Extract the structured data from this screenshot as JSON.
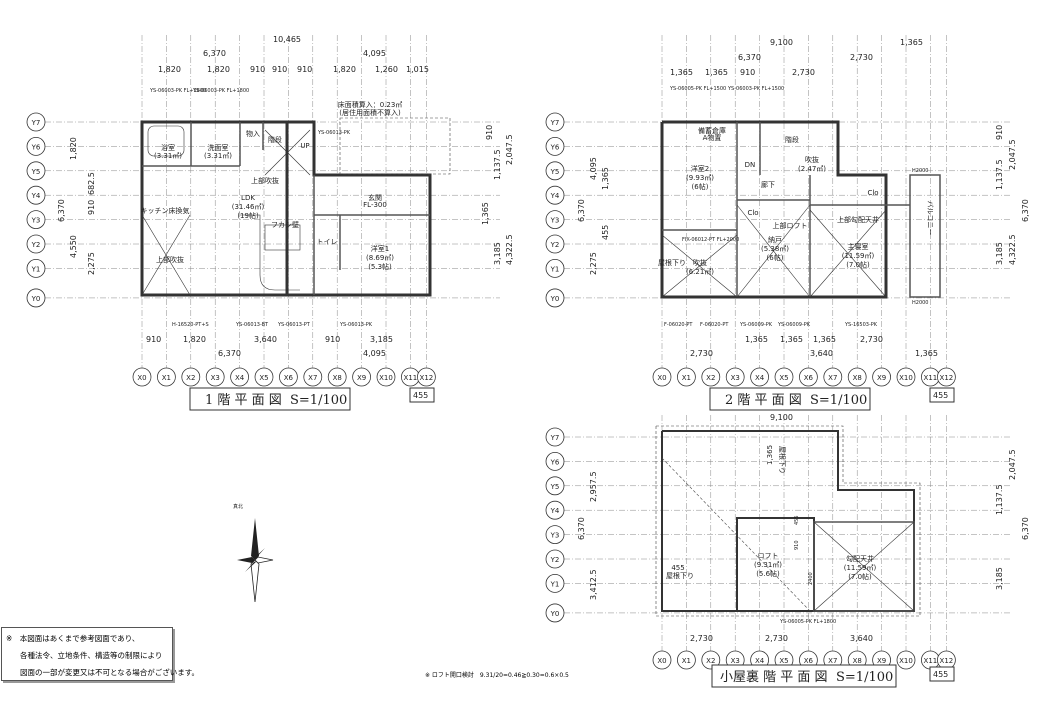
{
  "plans": [
    {
      "title": "1 階 平 面 図",
      "scale": "S=1/100",
      "tag": "455",
      "x_axis": [
        "X0",
        "X1",
        "X2",
        "X3",
        "X4",
        "X5",
        "X6",
        "X7",
        "X8",
        "X9",
        "X10",
        "X11",
        "X12"
      ],
      "y_axis": [
        "Y7",
        "Y6",
        "Y5",
        "Y4",
        "Y3",
        "Y2",
        "Y1",
        "Y0"
      ],
      "top_dims": {
        "total": "10,465",
        "mid": [
          "6,370",
          "4,095"
        ],
        "fine": [
          "1,820",
          "1,820",
          "910",
          "910",
          "910",
          "1,820",
          "1,260",
          "1,015"
        ]
      },
      "bottom_dims": {
        "fine": [
          "910",
          "1,820",
          "3,640",
          "910",
          "3,185"
        ],
        "mid": [
          "6,370",
          "4,095"
        ]
      },
      "left_dims": [
        "1,820",
        "6,370",
        "4,550",
        "2,275",
        "682.5",
        "910"
      ],
      "right_dims": [
        "910",
        "1,137.5",
        "2,047.5",
        "4,322.5",
        "3,185",
        "1,365"
      ],
      "rooms": [
        {
          "name": "浴室",
          "area": "(3.31㎡)"
        },
        {
          "name": "洗面室",
          "area": "(3.31㎡)"
        },
        {
          "name": "物入"
        },
        {
          "name": "階段"
        },
        {
          "name": "UP"
        },
        {
          "name": "上部吹抜"
        },
        {
          "name": "LDK",
          "area": "(31.46㎡)",
          "tatami": "(19帖)"
        },
        {
          "name": "キッチン床換気"
        },
        {
          "name": "上部吹抜"
        },
        {
          "name": "フカシ壁"
        },
        {
          "name": "玄関",
          "sub": "FL-300"
        },
        {
          "name": "トイレ"
        },
        {
          "name": "洋室1",
          "area": "(8.69㎡)",
          "tatami": "(5.3帖)"
        }
      ],
      "annotation": [
        "床面積算入：0.23㎡",
        "(居住用面積不算入)"
      ],
      "windows": [
        "YS-06003-PK FL+1800",
        "YS-06003-PK FL+1800",
        "YS-06013-PK",
        "H-16520-PT+S",
        "YS-06013-BT",
        "YS-06013-PT",
        "YS-06013-PK"
      ]
    },
    {
      "title": "2 階 平 面 図",
      "scale": "S=1/100",
      "tag": "455",
      "x_axis": [
        "X0",
        "X1",
        "X2",
        "X3",
        "X4",
        "X5",
        "X6",
        "X7",
        "X8",
        "X9",
        "X10",
        "X11",
        "X12"
      ],
      "y_axis": [
        "Y7",
        "Y6",
        "Y5",
        "Y4",
        "Y3",
        "Y2",
        "Y1",
        "Y0"
      ],
      "top_dims": {
        "total": "9,100",
        "extra": "1,365",
        "mid": [
          "6,370",
          "2,730"
        ],
        "fine": [
          "1,365",
          "1,365",
          "910",
          "2,730"
        ]
      },
      "bottom_dims": {
        "fine": [
          "1,365",
          "1,365",
          "1,365",
          "2,730"
        ],
        "mid": [
          "2,730",
          "3,640",
          "1,365"
        ]
      },
      "left_dims": [
        "4,095",
        "1,365",
        "6,370",
        "2,275",
        "455"
      ],
      "right_dims": [
        "910",
        "1,137.5",
        "2,047.5",
        "6,370",
        "4,322.5",
        "3,185"
      ],
      "rooms": [
        {
          "name": "備蓄倉庫",
          "sub": "A物置"
        },
        {
          "name": "洋室2",
          "area": "(9.93㎡)",
          "tatami": "(6帖)"
        },
        {
          "name": "廊下"
        },
        {
          "name": "DN"
        },
        {
          "name": "階段"
        },
        {
          "name": "吹抜",
          "area": "(2.47㎡)"
        },
        {
          "name": "Clo"
        },
        {
          "name": "Clo"
        },
        {
          "name": "上部ロフト"
        },
        {
          "name": "上部勾配天井"
        },
        {
          "name": "納戸",
          "area": "(5.38㎡)",
          "tatami": "(6帖)"
        },
        {
          "name": "吹抜",
          "area": "(6.21㎡)"
        },
        {
          "name": "主寝室",
          "area": "(11.59㎡)",
          "tatami": "(7.0帖)"
        },
        {
          "name": "バルコニー"
        },
        {
          "name": "屋根下り"
        }
      ],
      "windows": [
        "YS-06005-PK FL+1500",
        "YS-06003-PK FL+1500",
        "F-06020-PT",
        "F-06020-PT",
        "YS-06009-PK",
        "YS-06009-PK",
        "YS-16503-PK",
        "FIX-06012-PT FL+2000",
        "H2000",
        "H2000"
      ]
    },
    {
      "title": "小屋裏 階 平 面 図",
      "scale": "S=1/100",
      "tag": "455",
      "x_axis": [
        "X0",
        "X1",
        "X2",
        "X3",
        "X4",
        "X5",
        "X6",
        "X7",
        "X8",
        "X9",
        "X10",
        "X11",
        "X12"
      ],
      "y_axis": [
        "Y7",
        "Y6",
        "Y5",
        "Y4",
        "Y3",
        "Y2",
        "Y1",
        "Y0"
      ],
      "top_dims": {
        "total": "9,100"
      },
      "bottom_dims": {
        "fine": [
          "2,730",
          "2,730",
          "3,640"
        ]
      },
      "left_dims": [
        "2,957.5",
        "6,370",
        "3,412.5"
      ],
      "right_dims": [
        "2,047.5",
        "1,137.5",
        "6,370",
        "3,185"
      ],
      "rooms": [
        {
          "name": "ロフト",
          "area": "(9.31㎡)",
          "tatami": "(5.6帖)"
        },
        {
          "name": "勾配天井",
          "area": "(11.59㎡)",
          "tatami": "(7.0帖)"
        },
        {
          "name": "屋根下り",
          "sub": "455"
        },
        {
          "name": "屋根下り",
          "sub": "1,365"
        }
      ],
      "windows": [
        "YS-06005-PK FL+1800"
      ],
      "labels": [
        "910",
        "455",
        "2400"
      ]
    }
  ],
  "compass": {
    "label": "真北"
  },
  "note": [
    "※　本図面はあくまで参考図面であり、",
    "各種法令、立地条件、構造等の制限により",
    "図面の一部が変更又は不可となる場合がございます。"
  ],
  "loft_note": "※ ロフト開口検討　9.31/20=0.46≧0.30=0.6×0.5"
}
